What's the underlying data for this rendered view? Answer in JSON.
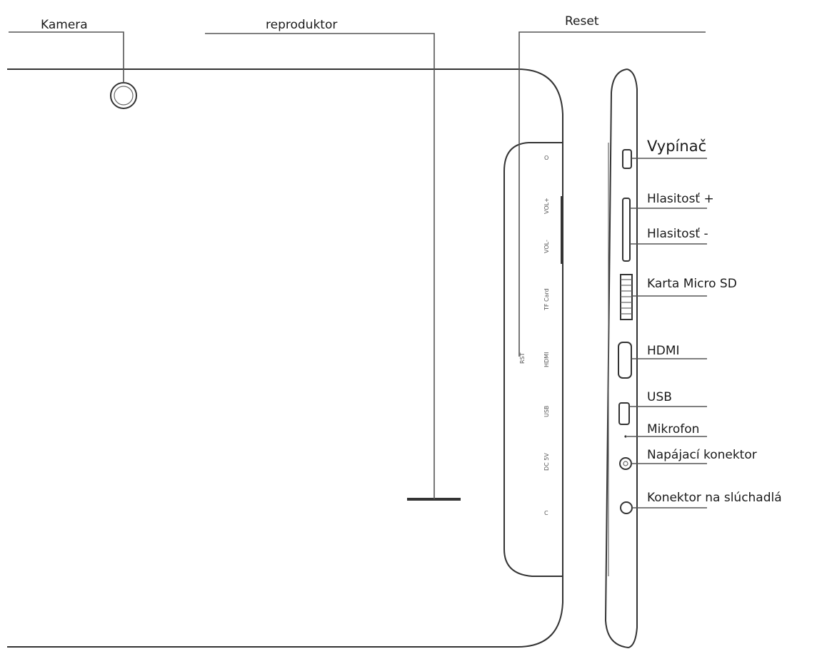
{
  "labels": {
    "kamera": "Kamera",
    "reproduktor": "reproduktor",
    "reset": "Reset",
    "vypinac": "Vypínač",
    "hlasitost_plus": "Hlasitosť +",
    "hlasitost_minus": "Hlasitosť -",
    "micro_sd": "Karta Micro SD",
    "hdmi": "HDMI",
    "usb": "USB",
    "mikrofon": "Mikrofon",
    "napajaci": "Napájací konektor",
    "sluchadla": "Konektor na slúchadlá"
  },
  "colors": {
    "line": "#555555",
    "outline": "#333333",
    "text": "#1a1a1a"
  }
}
